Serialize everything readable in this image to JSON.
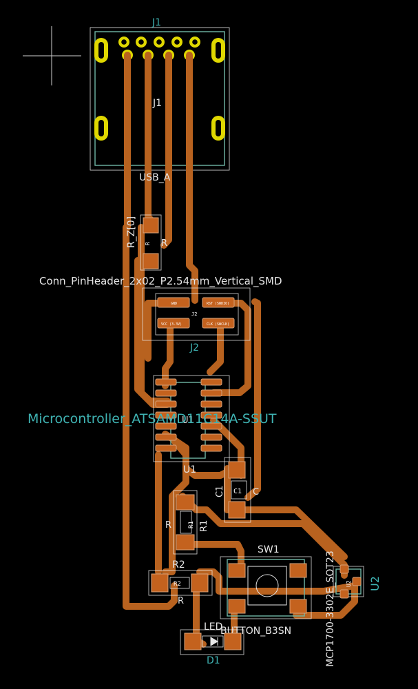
{
  "colors": {
    "background": "#000000",
    "copper_track": "#b8621f",
    "copper_pad": "#c4621e",
    "through_hole_pad": "#e0d800",
    "fabrication_outline": "#6fb7a6",
    "silkscreen_text": "#e6e6e6",
    "reference_text": "#3fb3b3"
  },
  "components": {
    "j1": {
      "ref": "J1",
      "ref_top": "J1",
      "value": "USB_A"
    },
    "r_zero": {
      "ref": "R",
      "value": "R_Z[0]",
      "pad_ref": "R",
      "extra": "R"
    },
    "j2": {
      "ref": "J2",
      "value": "Conn_PinHeader_2x02_P2.54mm_Vertical_SMD",
      "pin1": "GND",
      "pin2": "RST (SWDIO)",
      "pin3": "VCC (3.3V)",
      "pin4": "CLK (SWCLK)",
      "pin_mid": "J2"
    },
    "u1": {
      "ref": "U1",
      "value": "Microcontroller_ATSAMD11C14A-SSUT",
      "ref_inner": "U1"
    },
    "c1": {
      "ref": "C1",
      "ref_inner": "C1",
      "value": "C"
    },
    "r1": {
      "ref": "R1",
      "ref_inner": "R1",
      "value": "R"
    },
    "r2": {
      "ref": "R2",
      "ref_inner": "R2",
      "value": "R"
    },
    "sw1": {
      "ref": "SW1",
      "value": "BUTTON_B3SN"
    },
    "u2": {
      "ref": "U2",
      "ref_inner": "U2",
      "value": "MCP1700-3302E_SOT23"
    },
    "d1": {
      "ref": "D1",
      "value": "LED"
    }
  }
}
